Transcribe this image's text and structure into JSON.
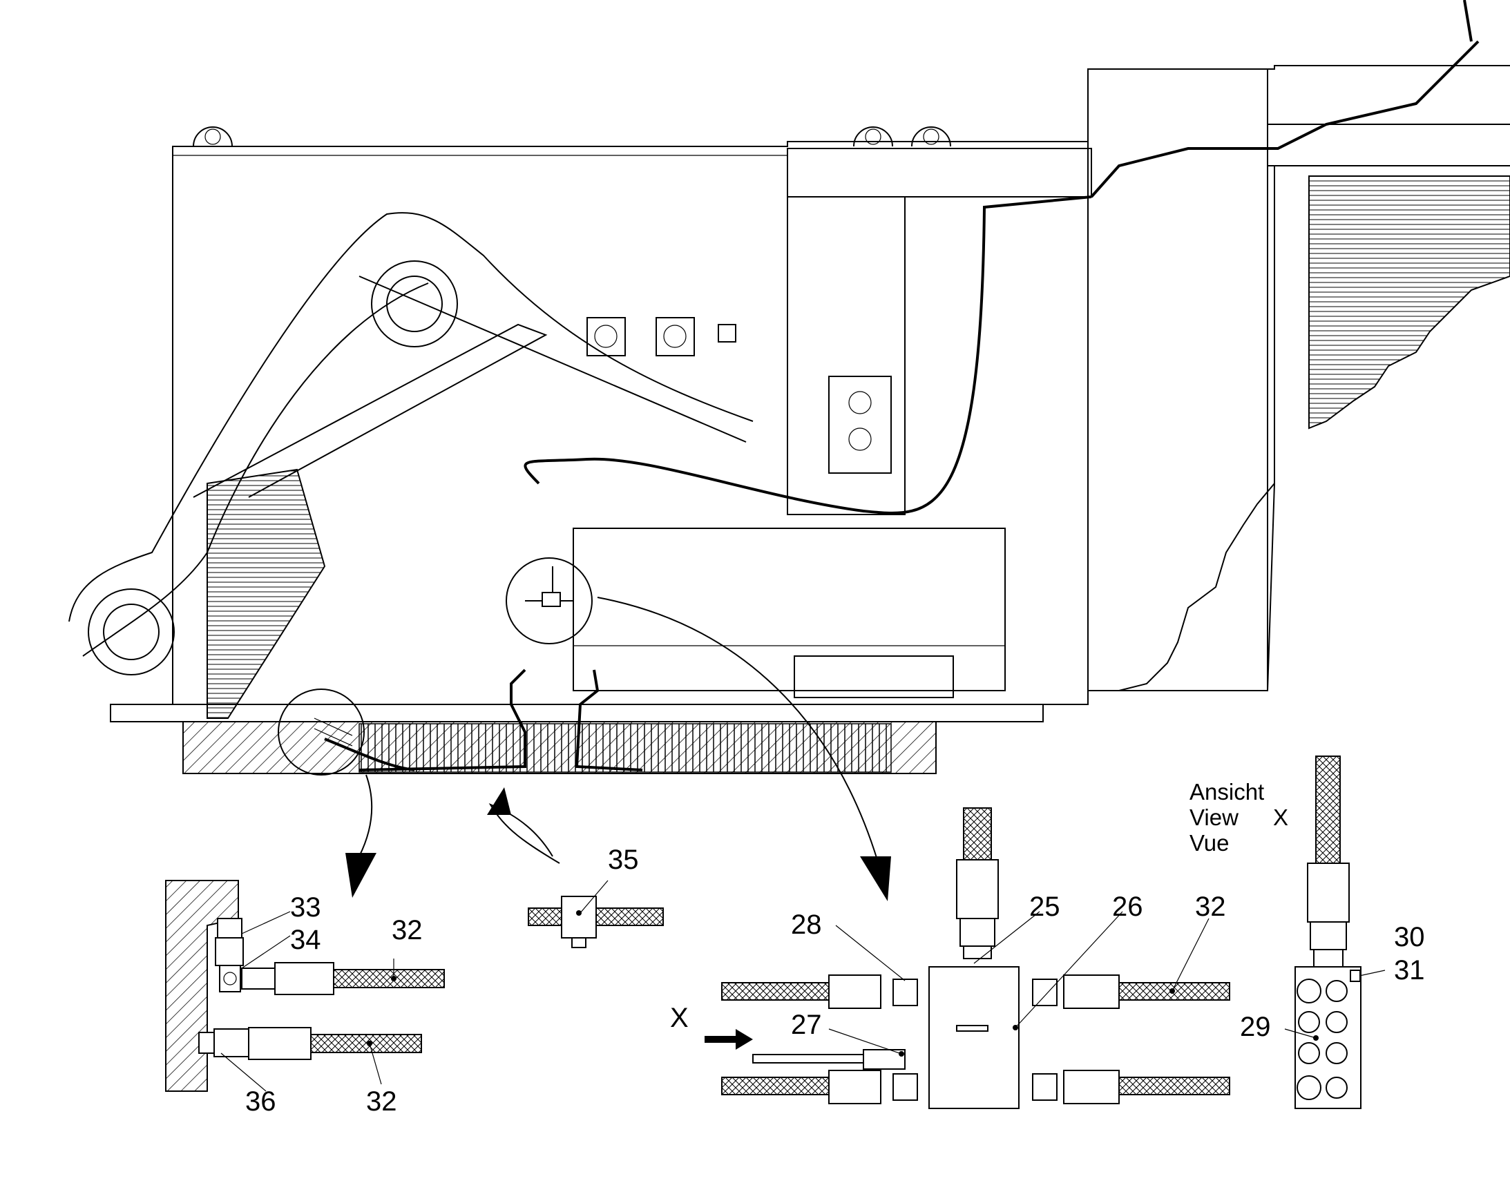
{
  "view_label": {
    "line1": "Ansicht",
    "line2": "View",
    "line3": "Vue",
    "letter": "X"
  },
  "arrow_label": "X",
  "callouts": {
    "c25": "25",
    "c26": "26",
    "c27": "27",
    "c28": "28",
    "c29": "29",
    "c30": "30",
    "c31": "31",
    "c32a": "32",
    "c32b": "32",
    "c32c": "32",
    "c33": "33",
    "c34": "34",
    "c35": "35",
    "c36": "36"
  }
}
